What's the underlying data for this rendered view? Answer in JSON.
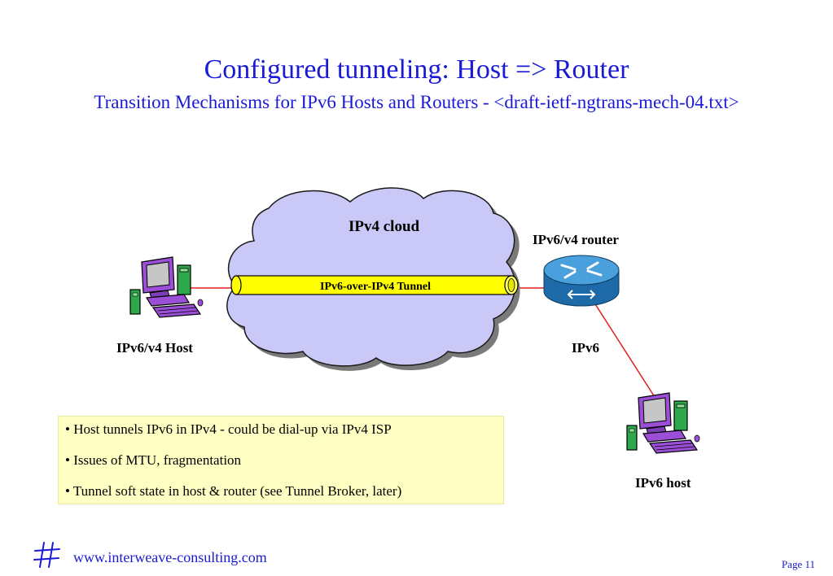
{
  "title": "Configured tunneling: Host => Router",
  "subtitle": "Transition Mechanisms for IPv6 Hosts and Routers - <draft-ietf-ngtrans-mech-04.txt>",
  "diagram": {
    "cloud_label": "IPv4 cloud",
    "tunnel_label": "IPv6-over-IPv4 Tunnel",
    "router_label": "IPv6/v4 router",
    "host_left_label": "IPv6/v4 Host",
    "ipv6_link_label": "IPv6",
    "host_right_label": "IPv6 host"
  },
  "notes": [
    "• Host tunnels IPv6 in IPv4 - could be dial-up via IPv4 ISP",
    "• Issues of MTU, fragmentation",
    "• Tunnel soft state in host & router (see Tunnel Broker, later)"
  ],
  "footer": {
    "url": "www.interweave-consulting.com",
    "page": "Page 11"
  },
  "colors": {
    "title": "#1a1ad6",
    "cloud_fill": "#c9c8f6",
    "tunnel_fill": "#ffff00",
    "router_fill": "#2f86c6",
    "link_line": "#e02020",
    "notes_bg": "#ffffc4"
  },
  "icons": [
    "host-computer-icon",
    "router-icon",
    "site-logo-icon"
  ]
}
